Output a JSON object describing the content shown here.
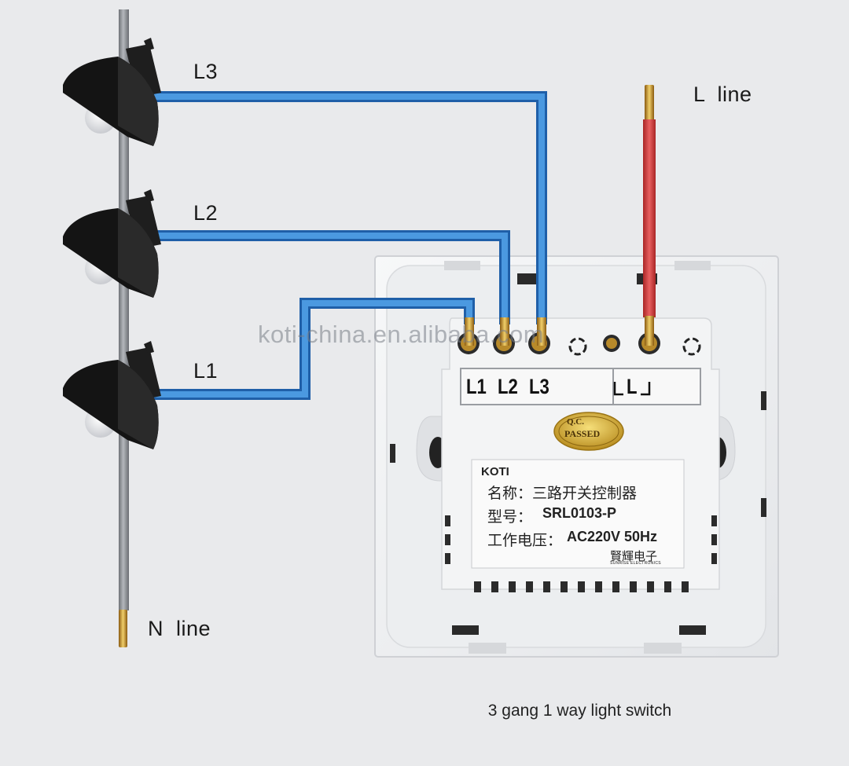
{
  "diagram": {
    "lamp_labels": [
      "L3",
      "L2",
      "L1"
    ],
    "l_line_label": "L  line",
    "n_line_label": "N  line",
    "terminal_labels": [
      "L1",
      "L2",
      "L3",
      "L"
    ],
    "qc_badge": [
      "Q.C.",
      "PASSED"
    ],
    "watermark": "koti-china.en.alibaba.com",
    "caption": "3 gang 1 way light switch"
  },
  "nameplate": {
    "brand": "KOTI",
    "name_row": "名称：三路开关控制器",
    "model_row_label": "型号：",
    "model": "SRL0103-P",
    "voltage_row_label": "工作电压：",
    "voltage": "AC220V 50Hz",
    "maker_cn": "賢輝电子",
    "maker_en": "SUNRISE ELECTRONICS"
  },
  "colors": {
    "background": "#e9eaec",
    "load_wire": "#3b87d4",
    "live_wire": "#d63b3b",
    "neutral_rod": "#8a8d92",
    "plate": "#f4f5f6",
    "lamp_shade": "#151515",
    "brass": "#c9962e",
    "qc_badge": "#d8b23a"
  },
  "icons": [
    "lamp-icon",
    "screw-terminal-icon",
    "mounting-hole-icon"
  ]
}
